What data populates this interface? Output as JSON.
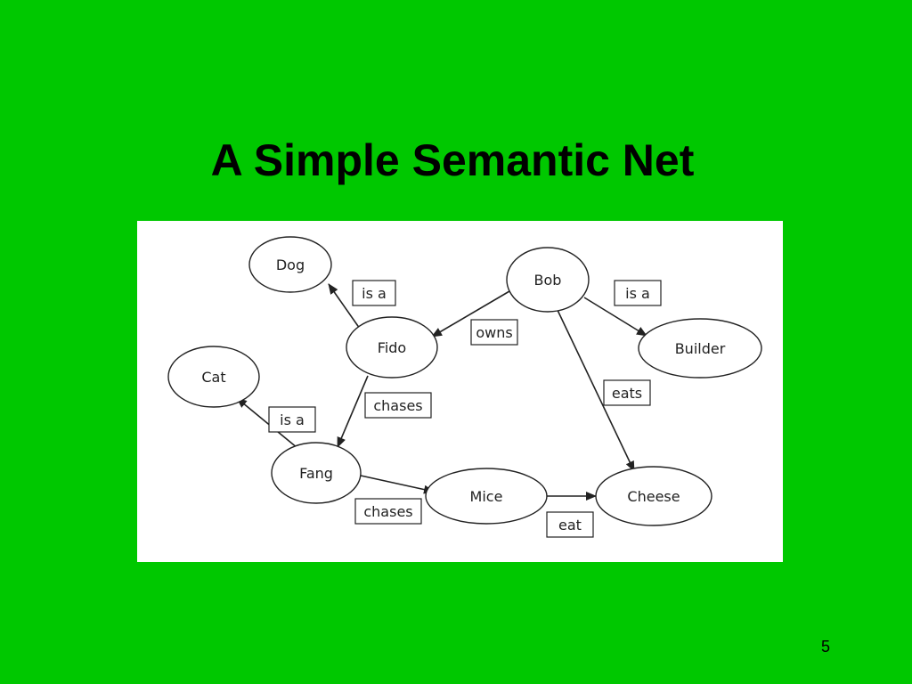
{
  "slide": {
    "title": "A Simple Semantic Net",
    "page_number": "5"
  },
  "colors": {
    "background": "#00c800",
    "figure_background": "#ffffff",
    "ink": "#222222"
  },
  "diagram": {
    "nodes": [
      {
        "id": "dog",
        "label": "Dog"
      },
      {
        "id": "bob",
        "label": "Bob"
      },
      {
        "id": "fido",
        "label": "Fido"
      },
      {
        "id": "builder",
        "label": "Builder"
      },
      {
        "id": "cat",
        "label": "Cat"
      },
      {
        "id": "fang",
        "label": "Fang"
      },
      {
        "id": "mice",
        "label": "Mice"
      },
      {
        "id": "cheese",
        "label": "Cheese"
      }
    ],
    "edges": [
      {
        "id": "fido-dog",
        "from": "fido",
        "to": "dog",
        "label": "is a"
      },
      {
        "id": "bob-fido",
        "from": "bob",
        "to": "fido",
        "label": "owns"
      },
      {
        "id": "bob-builder",
        "from": "bob",
        "to": "builder",
        "label": "is a"
      },
      {
        "id": "bob-cheese",
        "from": "bob",
        "to": "cheese",
        "label": "eats"
      },
      {
        "id": "fido-fang",
        "from": "fido",
        "to": "fang",
        "label": "chases"
      },
      {
        "id": "fang-cat",
        "from": "fang",
        "to": "cat",
        "label": "is a"
      },
      {
        "id": "fang-mice",
        "from": "fang",
        "to": "mice",
        "label": "chases"
      },
      {
        "id": "mice-cheese",
        "from": "mice",
        "to": "cheese",
        "label": "eat"
      }
    ]
  }
}
